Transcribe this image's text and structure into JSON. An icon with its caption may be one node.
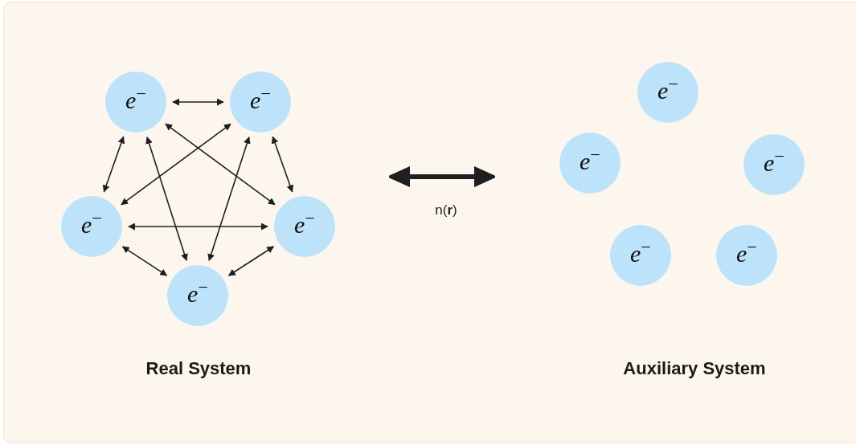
{
  "diagram": {
    "nodes": [
      {
        "text": [
          "*e*$^{−}$"
        ]
      },
      {
        "text": [
          "*e*$^{−}$"
        ]
      },
      {
        "text": [
          "*e*$^{−}$"
        ]
      },
      {
        "text": [
          "*e*$^{−}$"
        ]
      },
      {
        "text": [
          "*e*$^{−}$"
        ]
      },
      {
        "text": [
          "*e*$^{−}$"
        ]
      },
      {
        "text": [
          "*e*$^{−}$"
        ]
      },
      {
        "text": [
          "*e*$^{−}$"
        ]
      },
      {
        "text": [
          "*e*$^{−}$"
        ]
      },
      {
        "text": [
          "*e*$^{−}$"
        ]
      }
    ],
    "edges": [
      {
        "from": 0,
        "to": 1,
        "arrow": "both"
      },
      {
        "from": 0,
        "to": 2,
        "arrow": "both"
      },
      {
        "from": 0,
        "to": 3,
        "arrow": "both"
      },
      {
        "from": 0,
        "to": 4,
        "arrow": "both"
      },
      {
        "from": 1,
        "to": 2,
        "arrow": "both"
      },
      {
        "from": 1,
        "to": 3,
        "arrow": "both"
      },
      {
        "from": 1,
        "to": 4,
        "arrow": "both"
      },
      {
        "from": 2,
        "to": 3,
        "arrow": "both"
      },
      {
        "from": 2,
        "to": 4,
        "arrow": "both"
      },
      {
        "from": 3,
        "to": 4,
        "arrow": "both"
      }
    ],
    "labels": [
      "n(**r**)",
      "Real System",
      "Auxiliary System"
    ]
  }
}
